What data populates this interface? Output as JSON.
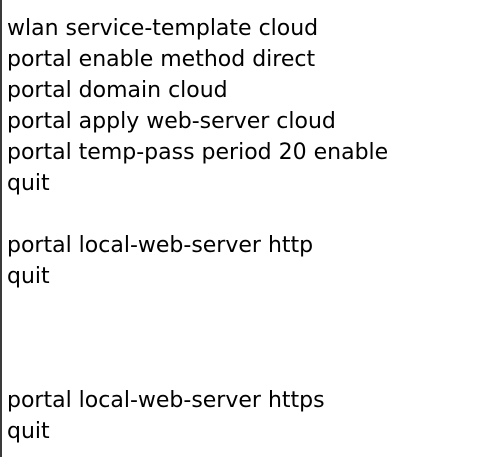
{
  "config_lines": [
    "wlan service-template cloud",
    "portal enable method direct",
    "portal domain cloud",
    "portal apply web-server cloud",
    "portal temp-pass period 20 enable",
    "quit",
    "",
    "portal local-web-server http",
    "quit",
    "",
    "",
    "",
    "portal local-web-server https",
    "quit"
  ]
}
